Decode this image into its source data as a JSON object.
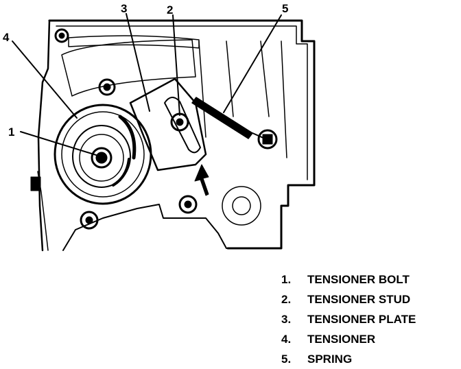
{
  "callouts": [
    {
      "number": "1",
      "label": "TENSIONER BOLT"
    },
    {
      "number": "2",
      "label": "TENSIONER STUD"
    },
    {
      "number": "3",
      "label": "TENSIONER PLATE"
    },
    {
      "number": "4",
      "label": "TENSIONER"
    },
    {
      "number": "5",
      "label": "SPRING"
    }
  ],
  "legend": [
    {
      "number": "1.",
      "label": "TENSIONER BOLT"
    },
    {
      "number": "2.",
      "label": "TENSIONER STUD"
    },
    {
      "number": "3.",
      "label": "TENSIONER PLATE"
    },
    {
      "number": "4.",
      "label": "TENSIONER"
    },
    {
      "number": "5.",
      "label": "SPRING"
    }
  ]
}
